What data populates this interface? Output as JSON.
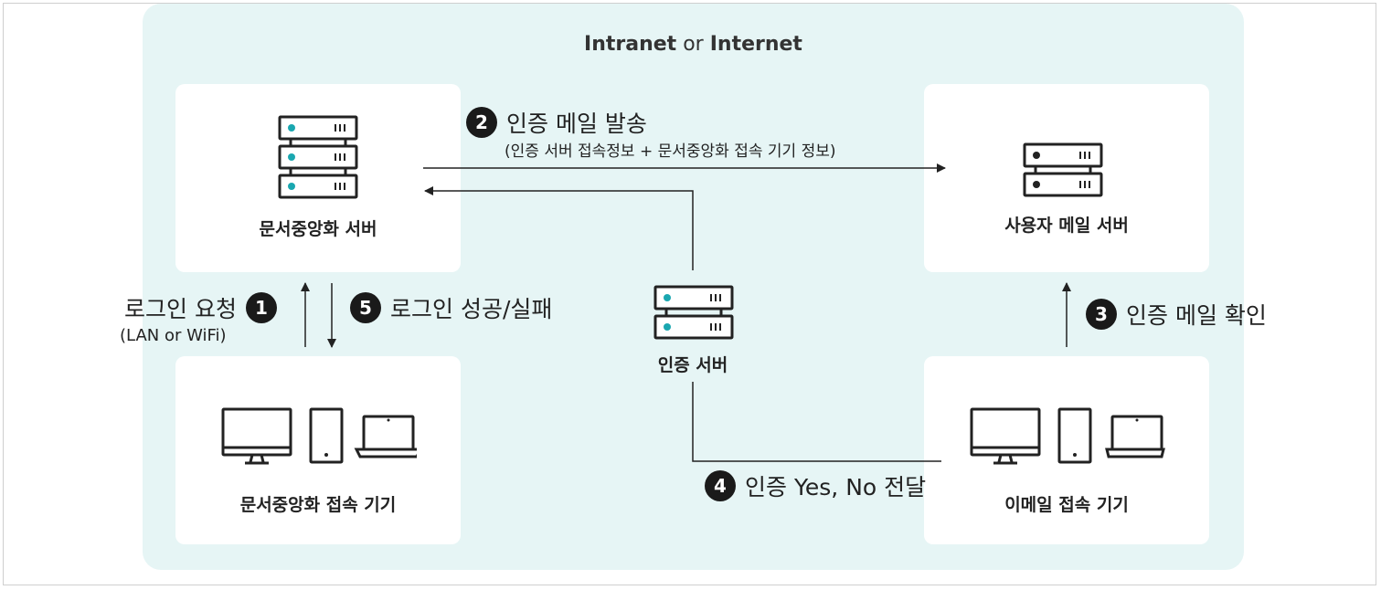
{
  "region": {
    "title_part1": "Intranet",
    "title_or": "or",
    "title_part2": "Internet"
  },
  "nodes": {
    "doc_server": "문서중앙화 서버",
    "mail_server": "사용자 메일 서버",
    "auth_server": "인증 서버",
    "doc_clients": "문서중앙화 접속 기기",
    "mail_clients": "이메일 접속 기기"
  },
  "steps": [
    {
      "num": "1",
      "text": "로그인 요청",
      "sub": "(LAN or WiFi)"
    },
    {
      "num": "2",
      "text": "인증 메일 발송",
      "sub": "(인증 서버 접속정보 + 문서중앙화 접속 기기 정보)"
    },
    {
      "num": "3",
      "text": "인증 메일 확인"
    },
    {
      "num": "4",
      "text": "인증 Yes, No 전달"
    },
    {
      "num": "5",
      "text": "로그인 성공/실패"
    }
  ],
  "colors": {
    "background": "#e6f5f5",
    "card": "#ffffff",
    "led": "#1aa7b0",
    "badge": "#1a1a1a"
  }
}
